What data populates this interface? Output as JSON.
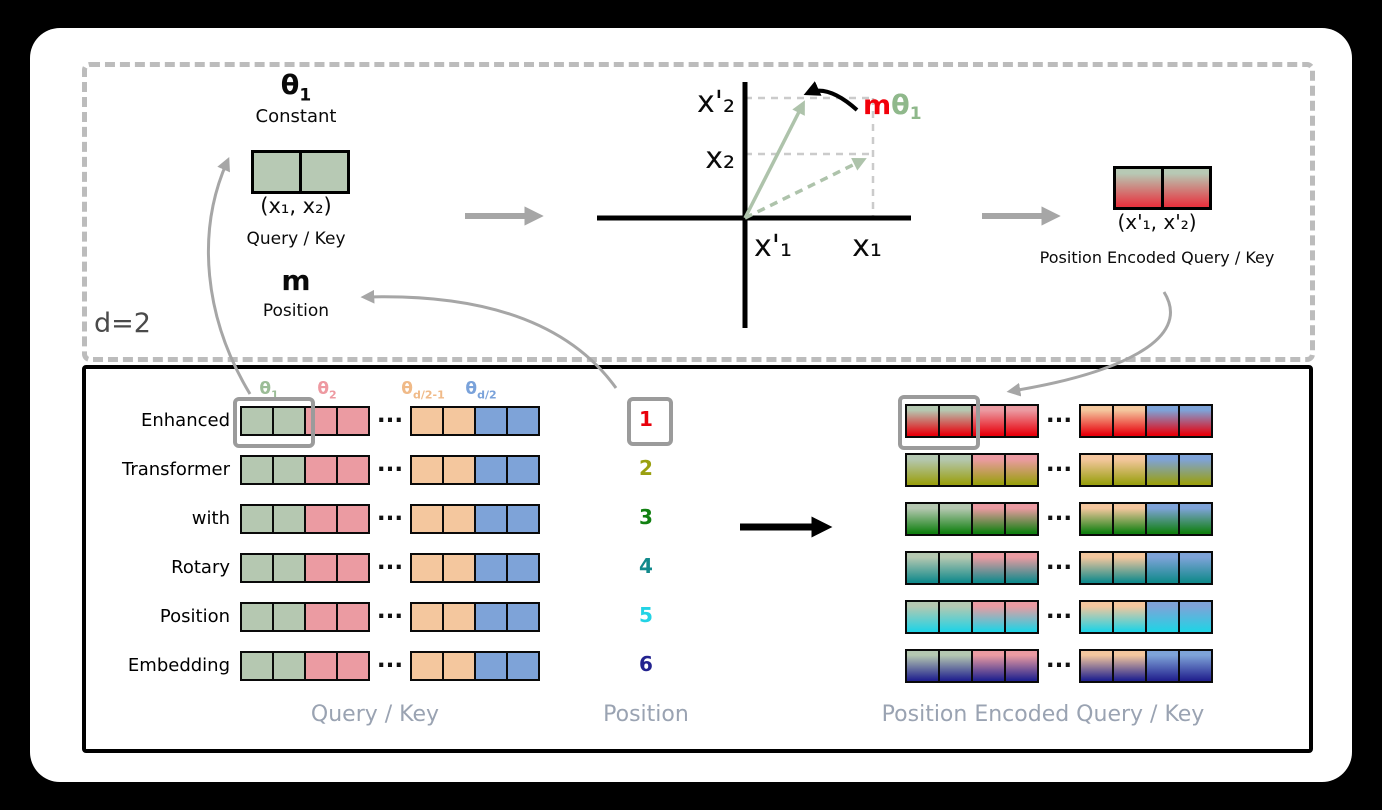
{
  "top": {
    "theta": {
      "base": "θ",
      "sub": "1"
    },
    "constant_label": "Constant",
    "qk_coords": "(x₁, x₂)",
    "qk_label": "Query / Key",
    "m_label": "m",
    "m_position_label": "Position",
    "dim_label": "d=2",
    "plot": {
      "x2_rot": "x'₂",
      "x2": "x₂",
      "x1_rot": "x'₁",
      "x1": "x₁",
      "m": "m",
      "theta": "θ",
      "theta_sub": "1"
    },
    "encoded_coords": "(x'₁, x'₂)",
    "encoded_label": "Position Encoded Query / Key"
  },
  "bottom": {
    "theta_base": "θ",
    "headers": [
      {
        "sub": "1",
        "color": "#9cbd97"
      },
      {
        "sub": "2",
        "color": "#ee99a1"
      },
      {
        "sub": "d/2-1",
        "color": "#f0ba88"
      },
      {
        "sub": "d/2",
        "color": "#7aa2da"
      }
    ],
    "cell_colors": [
      "#b5c8b1",
      "#eb9ba2",
      "#f4c79e",
      "#7ea3d8"
    ],
    "rows": [
      {
        "word": "Enhanced",
        "position": "1",
        "color": "#e8000b"
      },
      {
        "word": "Transformer",
        "position": "2",
        "color": "#9aa010"
      },
      {
        "word": "with",
        "position": "3",
        "color": "#118011"
      },
      {
        "word": "Rotary",
        "position": "4",
        "color": "#128a8c"
      },
      {
        "word": "Position",
        "position": "5",
        "color": "#22d3e5"
      },
      {
        "word": "Embedding",
        "position": "6",
        "color": "#23238f"
      }
    ],
    "dots": "···",
    "footer": {
      "query_key": "Query / Key",
      "position": "Position",
      "encoded": "Position Encoded Query / Key"
    }
  },
  "colors": {
    "label_gray": "#9aa3b2",
    "arrow_gray": "#a6a6a6",
    "m_red": "#f2000a",
    "theta_green": "#8fb88b",
    "highlight_gray": "#9b9b9b",
    "dashed_border": "#bcbcbc"
  }
}
